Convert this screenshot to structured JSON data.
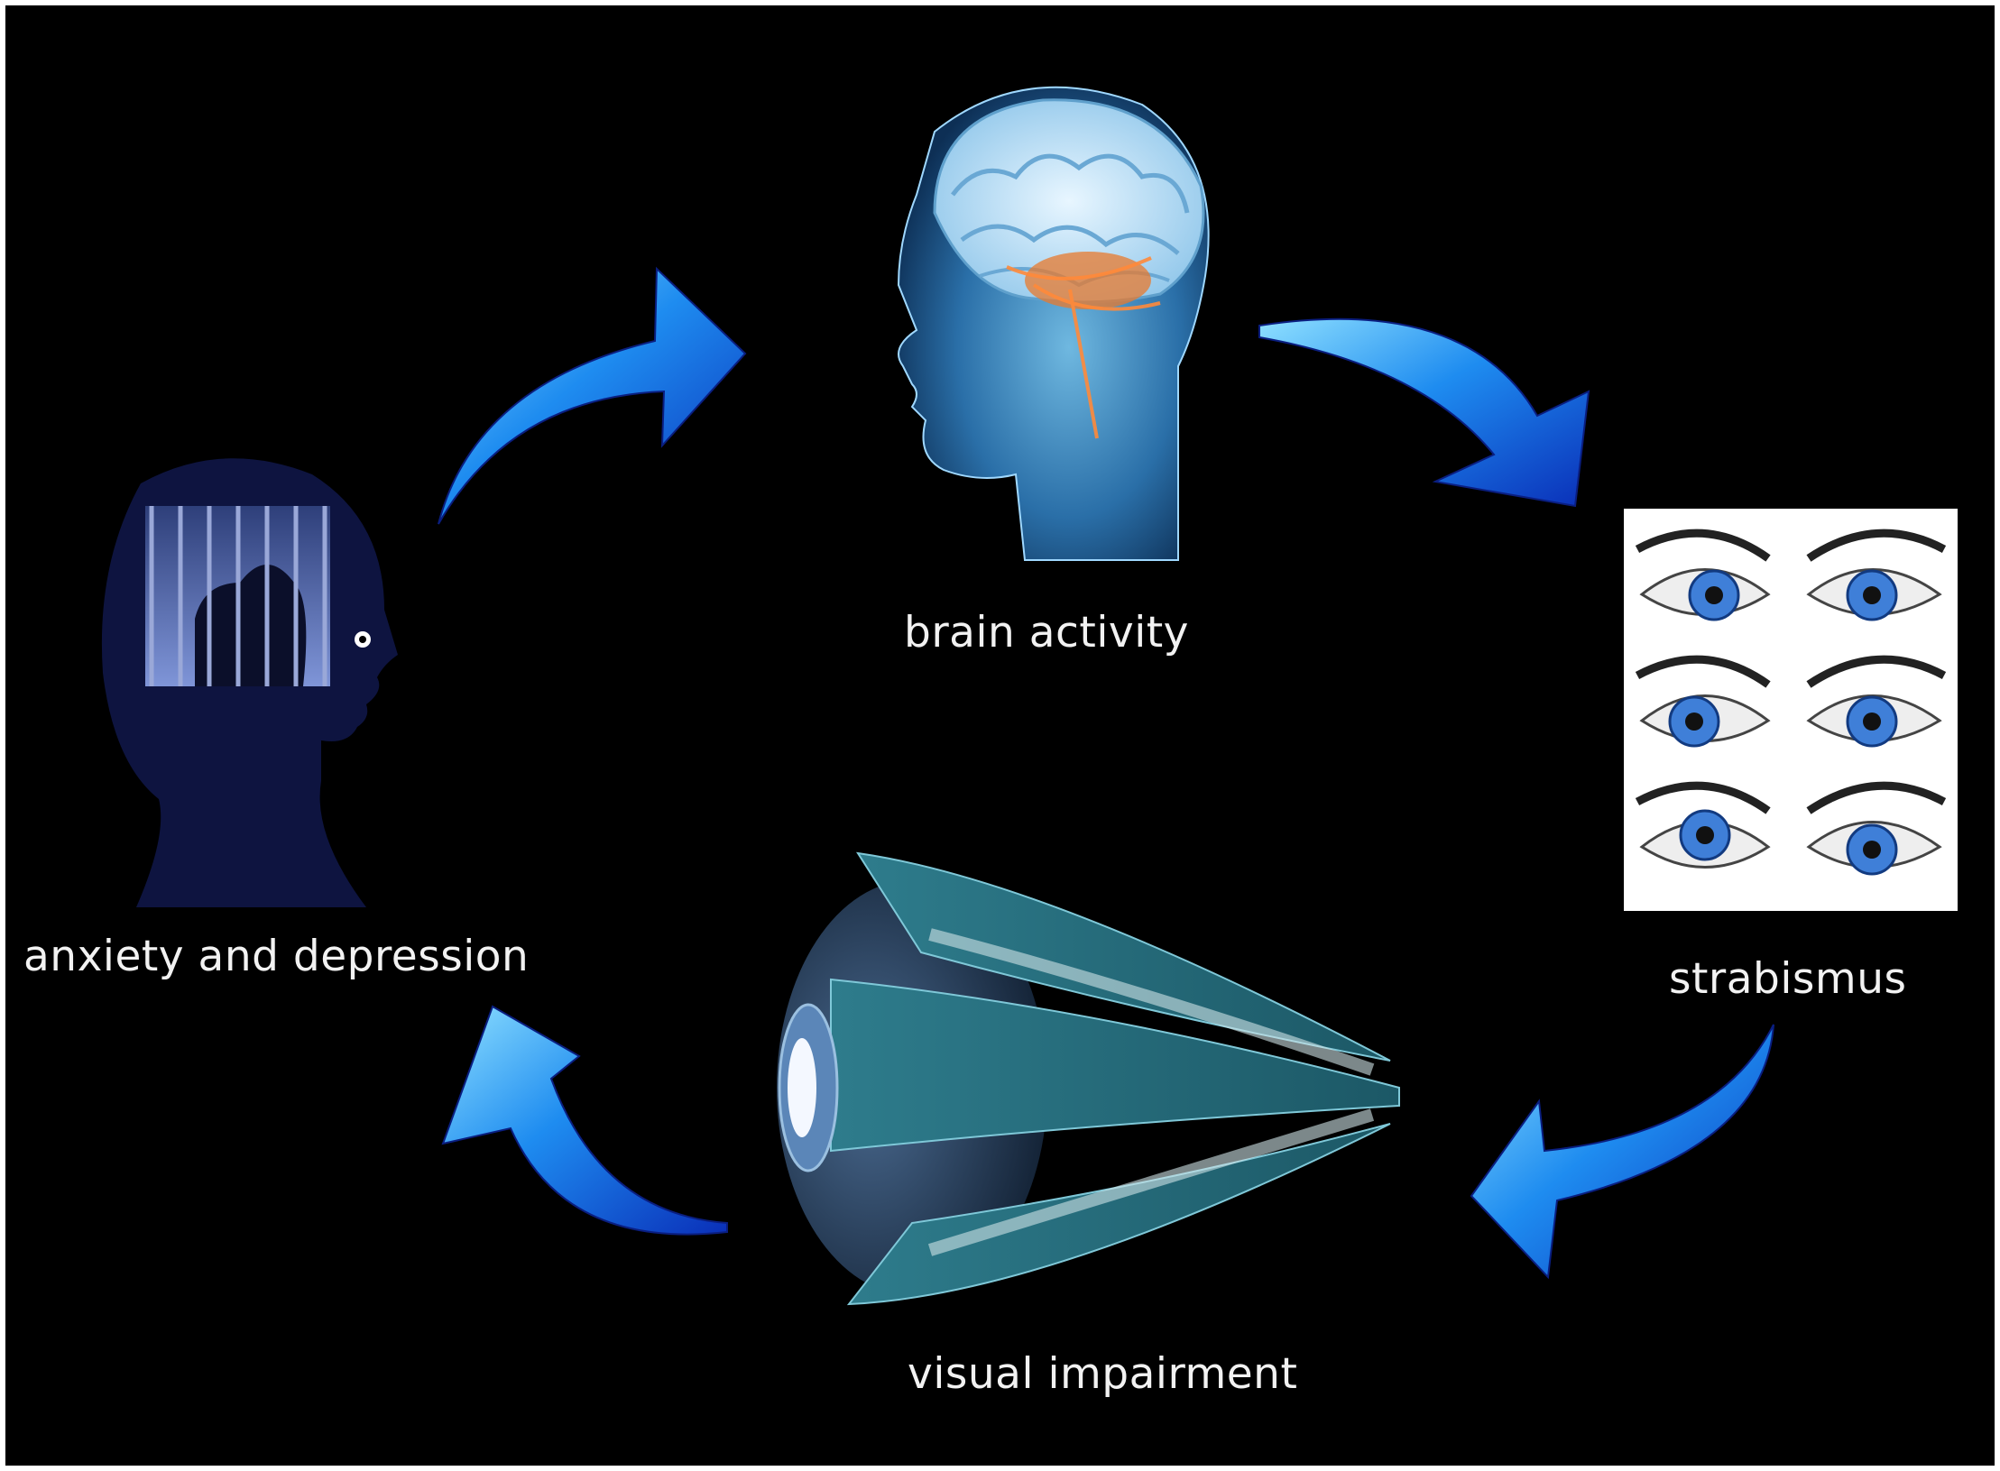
{
  "figure": {
    "background": "#000000",
    "nodes": [
      {
        "id": "brain",
        "label": "brain activity",
        "icon": "brain-head-icon"
      },
      {
        "id": "strabismus",
        "label": "strabismus",
        "icon": "strabismus-eyes-icon"
      },
      {
        "id": "visual",
        "label": "visual impairment",
        "icon": "eyeball-muscles-icon"
      },
      {
        "id": "anxiety",
        "label": "anxiety and depression",
        "icon": "caged-mind-head-icon"
      }
    ],
    "arrow_color": "#1e8cf0",
    "cycle_direction": "clockwise"
  }
}
